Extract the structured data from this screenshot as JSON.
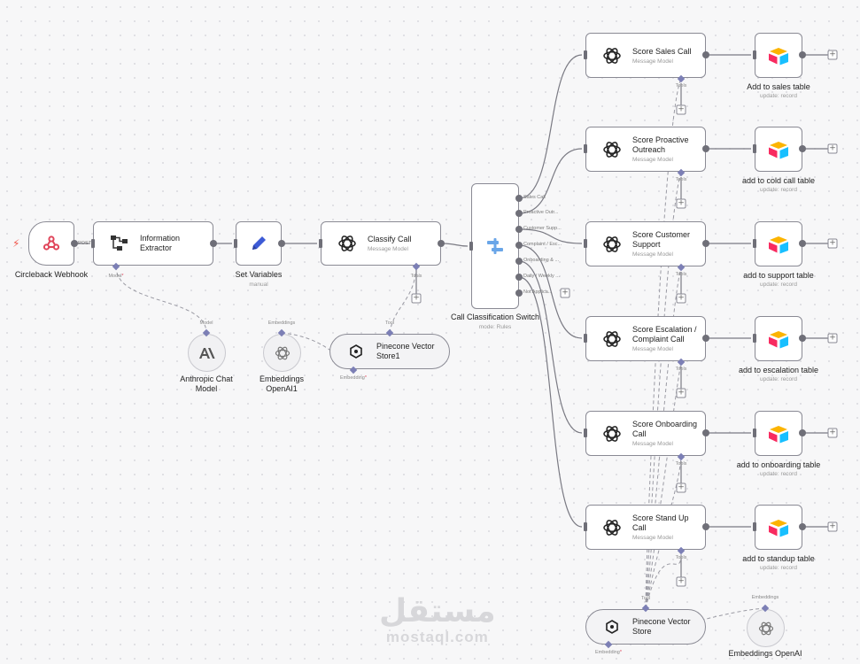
{
  "canvas": {
    "accent": "#7c7fb5"
  },
  "nodes": {
    "circleback_webhook": {
      "title": "Circleback Webhook",
      "icon": "webhook-icon",
      "port_label": "POST"
    },
    "information_extractor": {
      "title": "Information Extractor",
      "icon": "extractor-icon",
      "model_label": "Model"
    },
    "set_variables": {
      "title": "Set Variables",
      "subtitle": "manual",
      "icon": "pencil-icon"
    },
    "classify_call": {
      "title": "Classify Call",
      "subtitle": "Message Model",
      "icon": "openai-icon",
      "tools_label": "Tools"
    },
    "anthropic_chat_model": {
      "title": "Anthropic Chat Model",
      "icon": "anthropic-icon",
      "model_label": "Model"
    },
    "embeddings_openai1": {
      "title": "Embeddings OpenAI1",
      "icon": "openai-icon",
      "embeddings_label": "Embeddings"
    },
    "pinecone_vector_store1": {
      "title": "Pinecone Vector Store1",
      "icon": "pinecone-icon",
      "tool_label": "Tool",
      "embedding_label": "Embedding"
    },
    "call_classification_switch": {
      "title": "Call Classification Switch",
      "subtitle": "mode: Rules",
      "icon": "switch-icon",
      "outputs": [
        "Sales Call",
        "Proactive Outr...",
        "Customer Supp...",
        "Complaint / Esc...",
        "Onboarding & ...",
        "Daily / Weekly ...",
        "Not Applica..."
      ]
    },
    "pinecone_vector_store": {
      "title": "Pinecone Vector Store",
      "icon": "pinecone-icon",
      "tool_label": "Tool",
      "embedding_label": "Embedding"
    },
    "embeddings_openai": {
      "title": "Embeddings OpenAI",
      "icon": "openai-icon",
      "embeddings_label": "Embeddings"
    }
  },
  "score_rows": [
    {
      "agent_title": "Score Sales Call",
      "agent_subtitle": "Message Model",
      "tools_label": "Tools",
      "table_title": "Add to sales table",
      "table_subtitle": "update: record"
    },
    {
      "agent_title": "Score Proactive Outreach",
      "agent_subtitle": "Message Model",
      "tools_label": "Tools",
      "table_title": "add to cold call table",
      "table_subtitle": "update: record"
    },
    {
      "agent_title": "Score Customer Support",
      "agent_subtitle": "Message Model",
      "tools_label": "Tools",
      "table_title": "add to support table",
      "table_subtitle": "update: record"
    },
    {
      "agent_title": "Score Escalation / Complaint Call",
      "agent_subtitle": "Message Model",
      "tools_label": "Tools",
      "table_title": "add to escalation table",
      "table_subtitle": "update: record"
    },
    {
      "agent_title": "Score Onboarding Call",
      "agent_subtitle": "Message Model",
      "tools_label": "Tools",
      "table_title": "add to onboarding table",
      "table_subtitle": "update: record"
    },
    {
      "agent_title": "Score Stand Up Call",
      "agent_subtitle": "Message Model",
      "tools_label": "Tools",
      "table_title": "add to standup table",
      "table_subtitle": "update: record"
    }
  ],
  "watermark": {
    "arabic": "مستقل",
    "latin": "mostaql.com"
  }
}
